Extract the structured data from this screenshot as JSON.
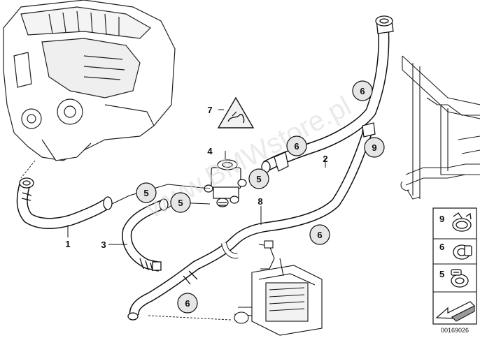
{
  "watermark": "www.BMWstore.pl",
  "document_id": "00169026",
  "part_labels": {
    "hose_1": "1",
    "hose_2": "2",
    "hose_3": "3",
    "valve_4": "4",
    "clamp_5a": "5",
    "clamp_5b": "5",
    "clamp_5c": "5",
    "clamp_6a": "6",
    "clamp_6b": "6",
    "clamp_6c": "6",
    "clamp_6d": "6",
    "label_7": "7",
    "hose_8": "8",
    "clamp_9": "9"
  },
  "legend": {
    "items": [
      {
        "num": "9",
        "icon": "spring-band-clamp-icon"
      },
      {
        "num": "6",
        "icon": "hose-clamp-icon"
      },
      {
        "num": "5",
        "icon": "screw-clamp-icon"
      }
    ],
    "arrow_icon": "direction-arrow-icon"
  },
  "colors": {
    "line": "#111111",
    "callout_fill": "#e6e6e6",
    "label_triangle": "#f2f2f2",
    "watermark": "#d9d9d9"
  }
}
